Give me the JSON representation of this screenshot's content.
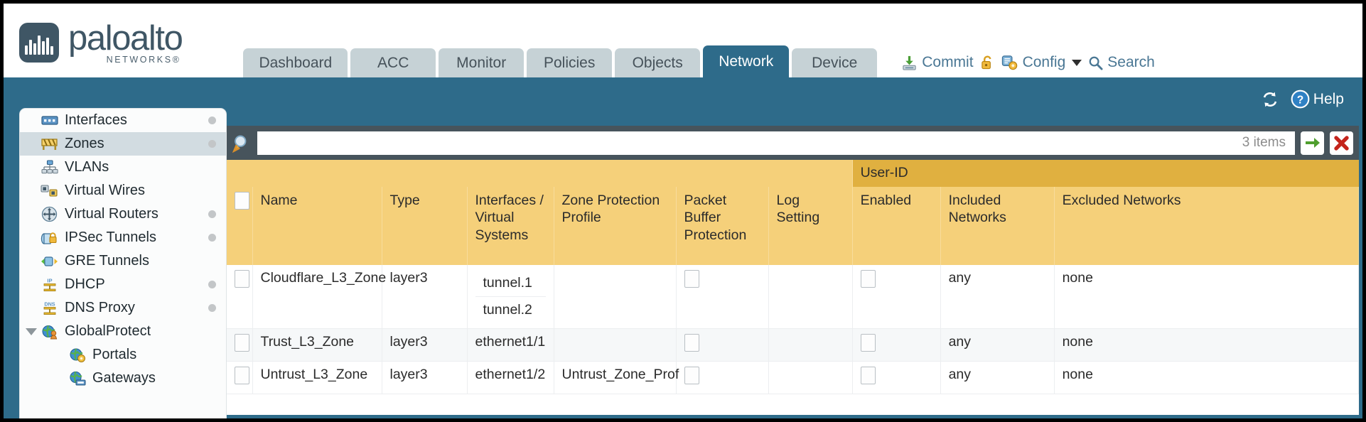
{
  "brand": {
    "word": "paloalto",
    "sub": "NETWORKS®"
  },
  "tabs": [
    {
      "label": "Dashboard",
      "active": false
    },
    {
      "label": "ACC",
      "active": false
    },
    {
      "label": "Monitor",
      "active": false
    },
    {
      "label": "Policies",
      "active": false
    },
    {
      "label": "Objects",
      "active": false
    },
    {
      "label": "Network",
      "active": true
    },
    {
      "label": "Device",
      "active": false
    }
  ],
  "header_actions": {
    "commit": "Commit",
    "lock_icon": "unlocked-padlock-icon",
    "config": "Config",
    "search": "Search"
  },
  "band": {
    "refresh_icon": "refresh-icon",
    "help": "Help"
  },
  "sidebar": [
    {
      "label": "Interfaces",
      "icon": "interfaces-icon",
      "dot": true,
      "selected": false,
      "child": false
    },
    {
      "label": "Zones",
      "icon": "zones-icon",
      "dot": true,
      "selected": true,
      "child": false
    },
    {
      "label": "VLANs",
      "icon": "vlans-icon",
      "dot": false,
      "selected": false,
      "child": false
    },
    {
      "label": "Virtual Wires",
      "icon": "virtual-wires-icon",
      "dot": false,
      "selected": false,
      "child": false
    },
    {
      "label": "Virtual Routers",
      "icon": "virtual-routers-icon",
      "dot": true,
      "selected": false,
      "child": false
    },
    {
      "label": "IPSec Tunnels",
      "icon": "ipsec-tunnels-icon",
      "dot": true,
      "selected": false,
      "child": false
    },
    {
      "label": "GRE Tunnels",
      "icon": "gre-tunnels-icon",
      "dot": false,
      "selected": false,
      "child": false
    },
    {
      "label": "DHCP",
      "icon": "dhcp-icon",
      "dot": true,
      "selected": false,
      "child": false
    },
    {
      "label": "DNS Proxy",
      "icon": "dns-proxy-icon",
      "dot": true,
      "selected": false,
      "child": false
    },
    {
      "label": "GlobalProtect",
      "icon": "globalprotect-icon",
      "dot": false,
      "selected": false,
      "child": false,
      "expander": true
    },
    {
      "label": "Portals",
      "icon": "portals-icon",
      "dot": false,
      "selected": false,
      "child": true
    },
    {
      "label": "Gateways",
      "icon": "gateways-icon",
      "dot": false,
      "selected": false,
      "child": true
    }
  ],
  "filter": {
    "search_value": "",
    "search_placeholder": "",
    "item_count": "3 items",
    "apply_icon": "green-arrow-icon",
    "clear_icon": "red-x-icon"
  },
  "table": {
    "group_header": "User-ID",
    "columns": [
      "Name",
      "Type",
      "Interfaces / Virtual Systems",
      "Zone Protection Profile",
      "Packet Buffer Protection",
      "Log Setting",
      "Enabled",
      "Included Networks",
      "Excluded Networks"
    ],
    "rows": [
      {
        "name": "Cloudflare_L3_Zone",
        "type": "layer3",
        "interfaces": [
          "tunnel.1",
          "tunnel.2"
        ],
        "zone_protection_profile": "",
        "packet_buffer_protection": false,
        "log_setting": "",
        "user_id_enabled": false,
        "included_networks": "any",
        "excluded_networks": "none"
      },
      {
        "name": "Trust_L3_Zone",
        "type": "layer3",
        "interfaces": [
          "ethernet1/1"
        ],
        "zone_protection_profile": "",
        "packet_buffer_protection": false,
        "log_setting": "",
        "user_id_enabled": false,
        "included_networks": "any",
        "excluded_networks": "none"
      },
      {
        "name": "Untrust_L3_Zone",
        "type": "layer3",
        "interfaces": [
          "ethernet1/2"
        ],
        "zone_protection_profile": "Untrust_Zone_Prof",
        "packet_buffer_protection": false,
        "log_setting": "",
        "user_id_enabled": false,
        "included_networks": "any",
        "excluded_networks": "none"
      }
    ]
  },
  "colors": {
    "brand_slate": "#3f5665",
    "nav_blue": "#2e6b8a",
    "header_gold": "#f5d07a",
    "group_gold": "#e0b040",
    "link_blue": "#3f7fa6",
    "toolbar_dark": "#47545c"
  }
}
